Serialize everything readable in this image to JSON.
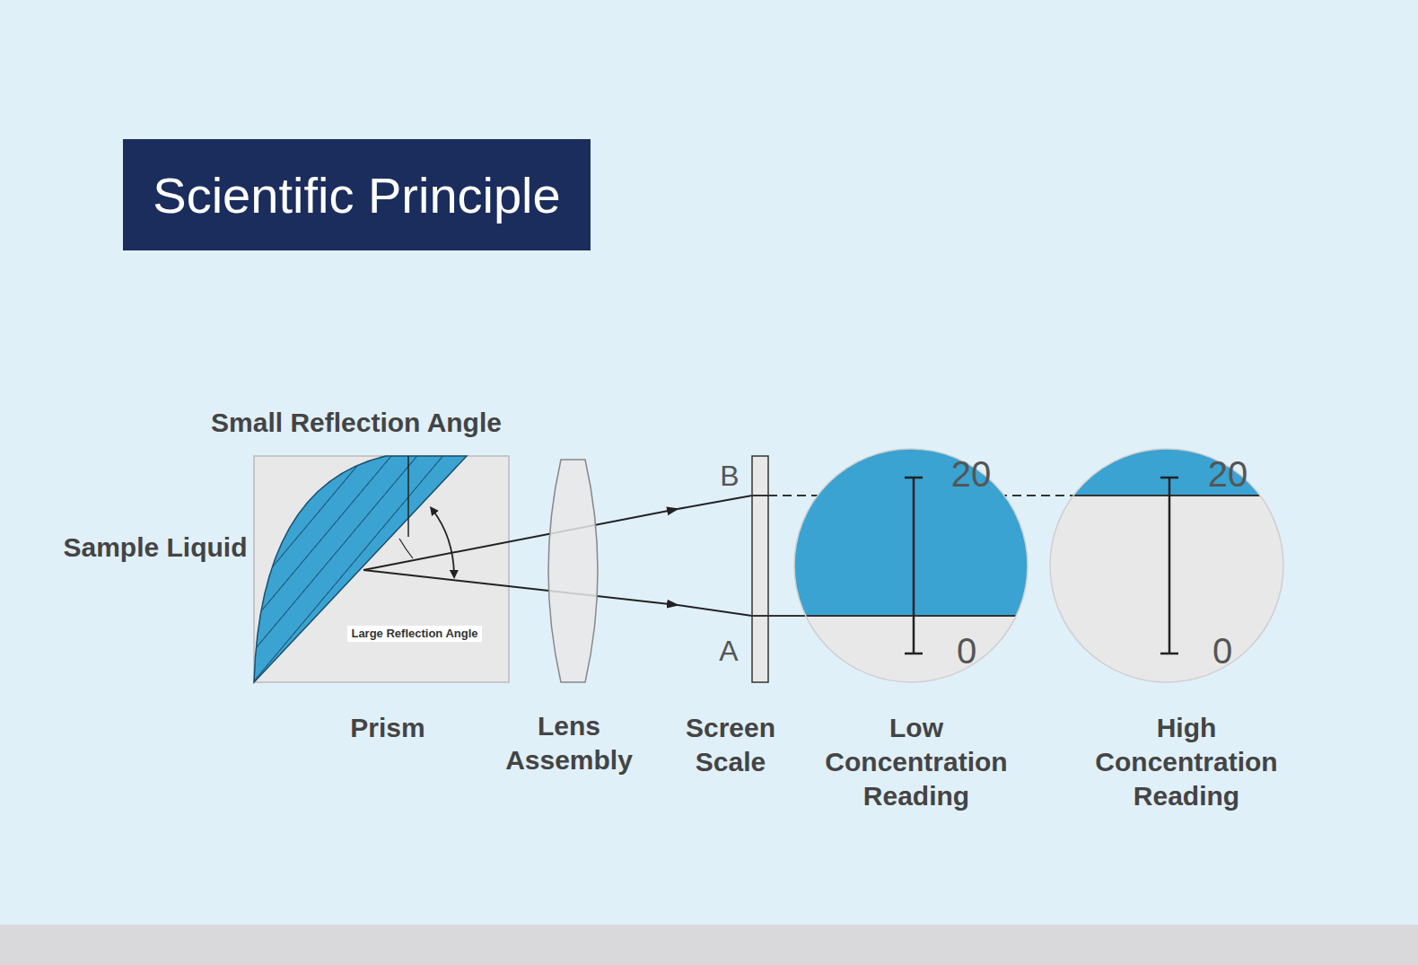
{
  "diagram": {
    "title": "Scientific Principle",
    "labels": [
      "Small Reflection Angle",
      "Sample Liquid",
      "Large Reflection Angle",
      "B",
      "A",
      "20",
      "0",
      "20",
      "0",
      "Prism",
      "Lens Assembly",
      "Screen Scale",
      "Low Concentration Reading",
      "High Concentration Reading"
    ]
  }
}
